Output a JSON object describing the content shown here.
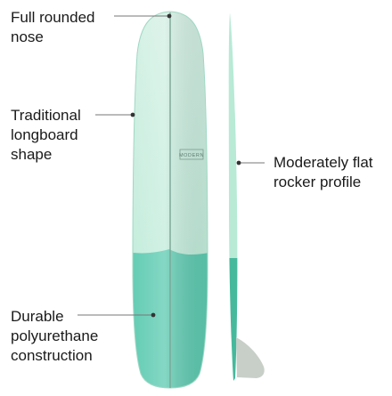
{
  "callouts": {
    "nose": {
      "lines": [
        "Full rounded",
        "nose"
      ]
    },
    "shape": {
      "lines": [
        "Traditional",
        "longboard",
        "shape"
      ]
    },
    "rocker": {
      "lines": [
        "Moderately flat",
        "rocker profile"
      ]
    },
    "material": {
      "lines": [
        "Durable",
        "polyurethane",
        "construction"
      ]
    }
  },
  "board": {
    "logo_text": "MODERN",
    "colors": {
      "top": "#d4f0e4",
      "middle": "#b8ead6",
      "bottom": "#5ccab0",
      "bottom_dark": "#46b99c",
      "stringer": "#7aa696",
      "fin": "#c8cfc8",
      "outline": "#9fd8c4"
    }
  },
  "leader_color": "#777777"
}
